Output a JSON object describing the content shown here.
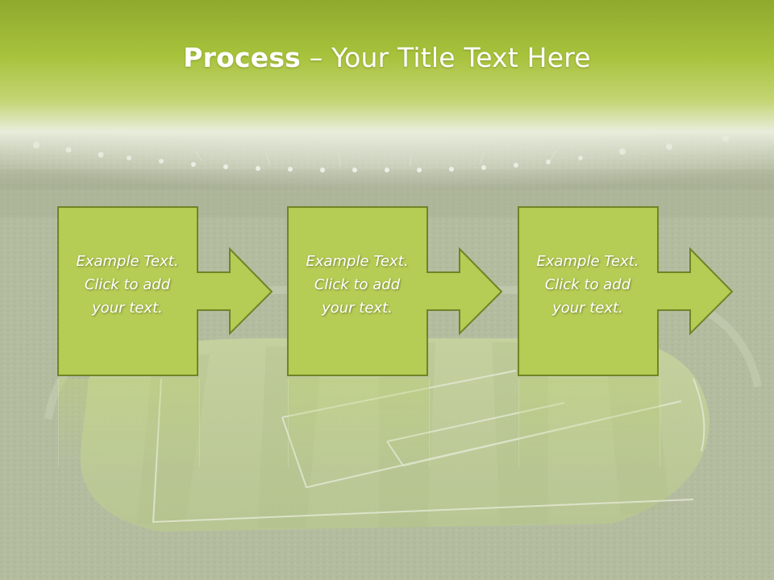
{
  "slide": {
    "title_bold": "Process",
    "title_rest": " – Your Title Text Here"
  },
  "steps": [
    {
      "lines": [
        "Example Text.",
        "Click  to add",
        "your text."
      ]
    },
    {
      "lines": [
        "Example Text.",
        "Click  to add",
        "your text."
      ]
    },
    {
      "lines": [
        "Example Text.",
        "Click  to add",
        "your text."
      ]
    }
  ],
  "colors": {
    "header_green": "#a9c43c",
    "box_fill": "#b5cc55",
    "box_border": "#6f8525",
    "title_text": "#ffffff"
  },
  "background": {
    "description_icon": "stadium-background"
  }
}
